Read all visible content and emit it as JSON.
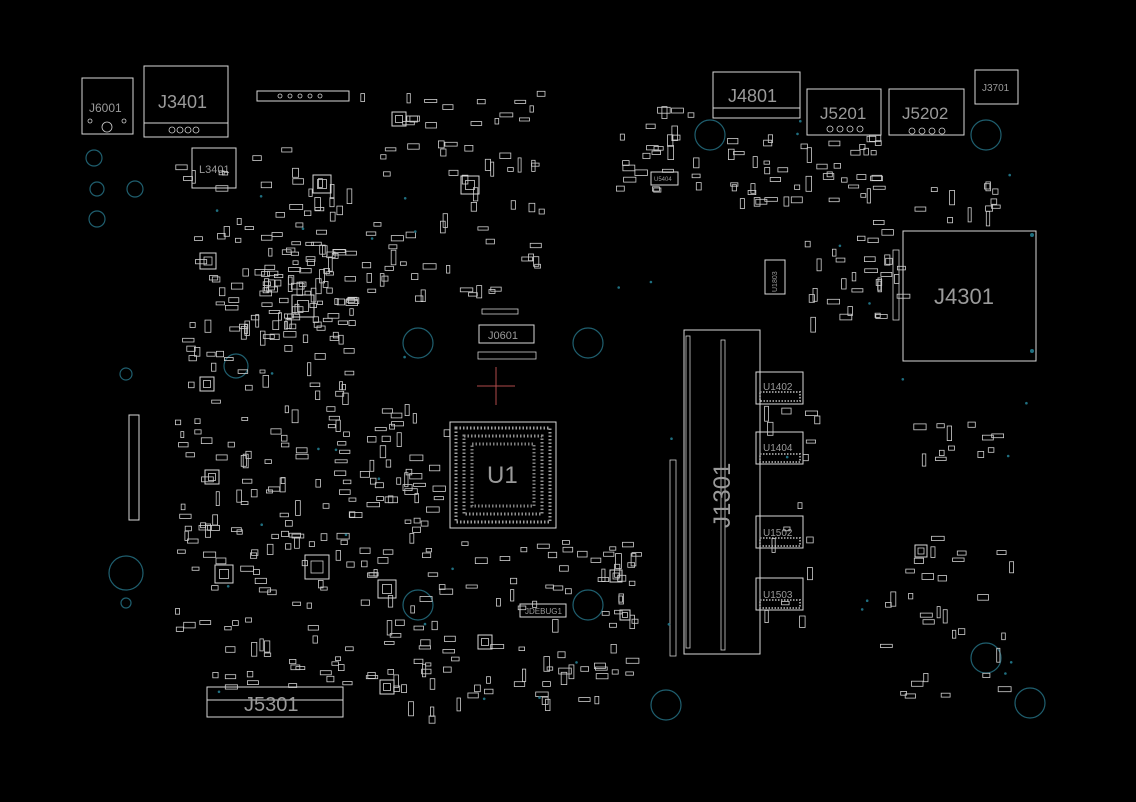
{
  "board": {
    "background": "#000000",
    "silkscreen_color": "#d8d8d8",
    "label_color": "#9a9a9a",
    "mounting_hole_color": "#1f5f6f",
    "crosshair_color": "#b04a4a"
  },
  "components": {
    "J6001": "J6001",
    "J3401": "J3401",
    "L3401": "L3401",
    "J4801": "J4801",
    "J5201": "J5201",
    "J5202": "J5202",
    "J3701": "J3701",
    "J4301": "J4301",
    "U5404": "U5404",
    "U1803": "U1803",
    "J0601": "J0601",
    "U1": "U1",
    "J1301": "J1301",
    "U1402": "U1402",
    "U1404": "U1404",
    "U1502": "U1502",
    "U1503": "U1503",
    "JDEBUG1": "JDEBUG1",
    "J5301": "J5301"
  }
}
